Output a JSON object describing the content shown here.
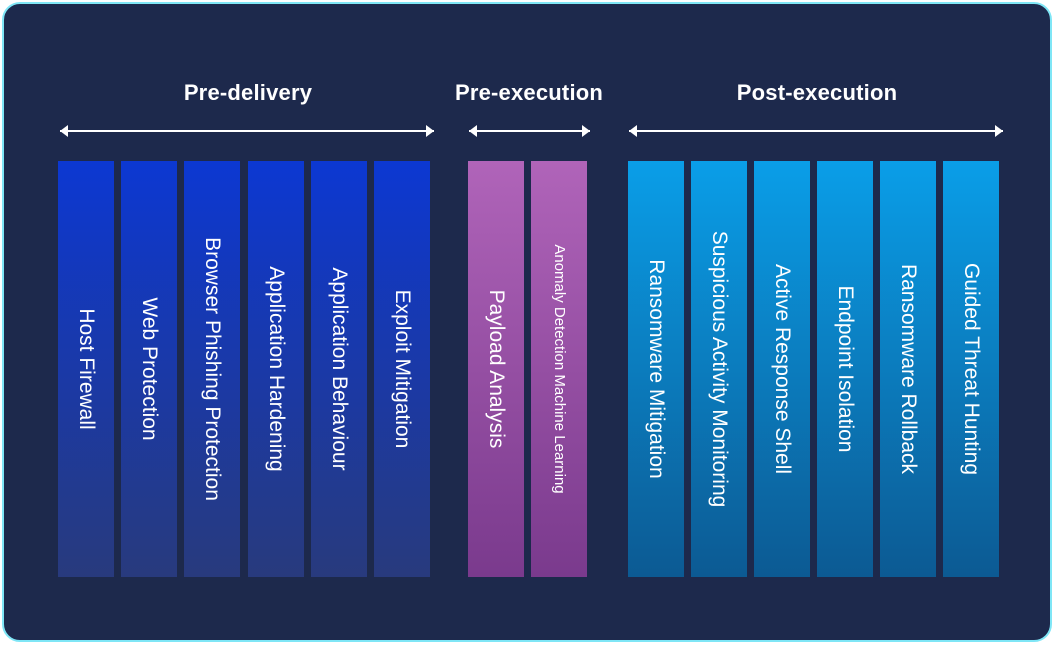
{
  "phases": [
    {
      "id": "pre-delivery",
      "title": "Pre-delivery"
    },
    {
      "id": "pre-execution",
      "title": "Pre-execution"
    },
    {
      "id": "post-execution",
      "title": "Post-execution"
    }
  ],
  "columns": {
    "pre_delivery": [
      "Host Firewall",
      "Web Protection",
      "Browser Phishing Protection",
      "Application Hardening",
      "Application Behaviour",
      "Exploit Mitigation"
    ],
    "pre_execution": [
      "Payload Analysis",
      "Anomaly Detection Machine Learning"
    ],
    "post_execution": [
      "Ransomware Mitigation",
      "Suspicious Activity Monitoring",
      "Active Response Shell",
      "Endpoint Isolation",
      "Ransomware Rollback",
      "Guided Threat Hunting"
    ]
  },
  "colors": {
    "background": "#1d294c",
    "frame_border": "#7fe6f6",
    "pre_delivery_top": "#0c38d2",
    "pre_execution_top": "#b064b9",
    "post_execution_top": "#0a9ee8"
  }
}
